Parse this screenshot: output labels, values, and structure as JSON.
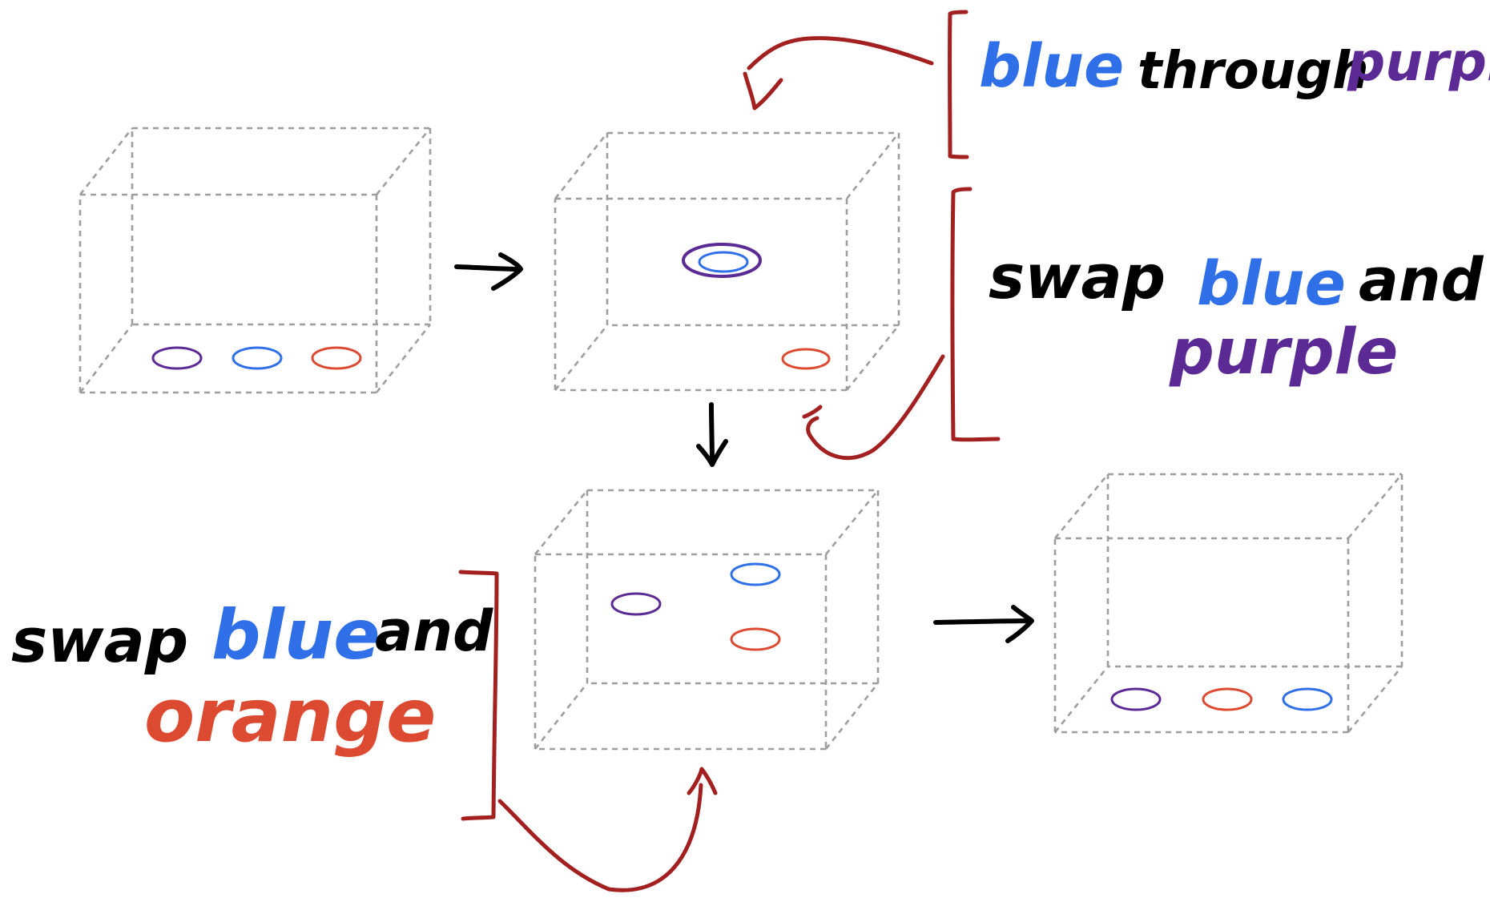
{
  "colors": {
    "black": "#000000",
    "blue": "#2f6fe8",
    "purple": "#5b2a94",
    "orange": "#dd4a32",
    "bracket": "#a32020",
    "box_edge": "#9e9e9e"
  },
  "annotations": {
    "step1": {
      "w1": "blue",
      "w2": "through",
      "w3": "purple"
    },
    "step2": {
      "w1": "swap",
      "w2": "blue",
      "w3": "and",
      "w4": "purple"
    },
    "step3": {
      "w1": "swap",
      "w2": "blue",
      "w3": "and",
      "w4": "orange"
    }
  },
  "states": [
    {
      "name": "initial",
      "discs": [
        "purple",
        "blue",
        "orange"
      ]
    },
    {
      "name": "blue-through-purple",
      "discs": [
        "purple-ring-around-blue",
        "orange"
      ]
    },
    {
      "name": "after-swap-blue-purple",
      "discs": [
        "purple",
        "blue",
        "orange"
      ]
    },
    {
      "name": "final",
      "discs": [
        "purple",
        "orange",
        "blue"
      ]
    }
  ]
}
